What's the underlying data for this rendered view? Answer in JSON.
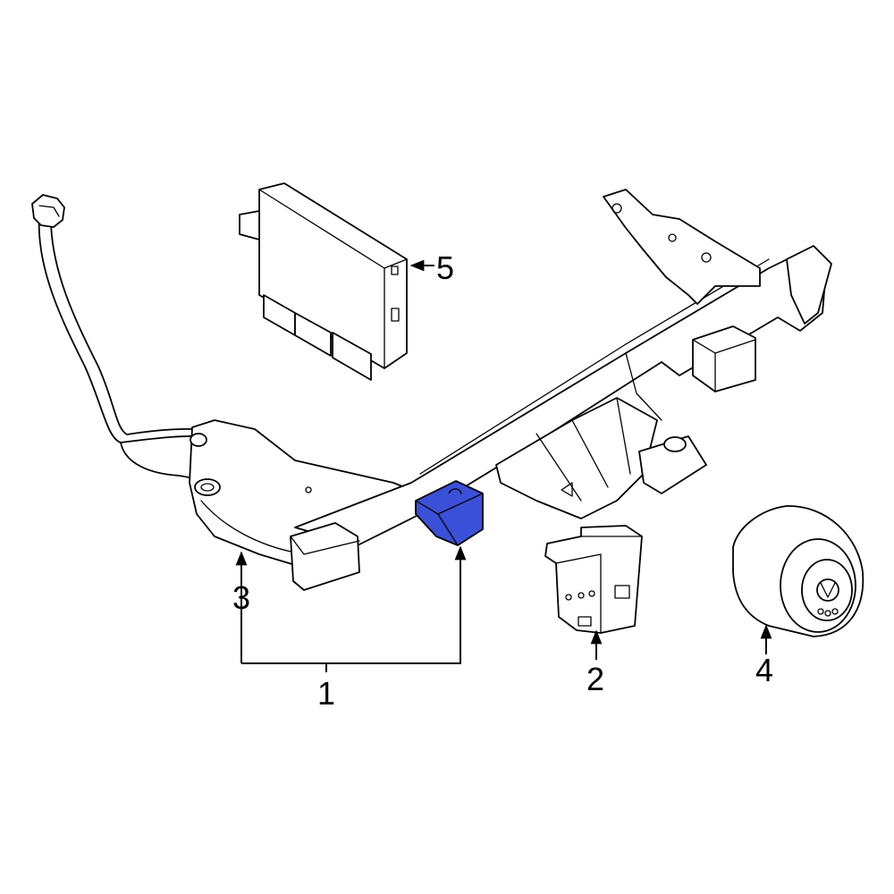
{
  "diagram": {
    "highlight_color": "#3a50d8",
    "parts": [
      {
        "id": "1",
        "label": "1",
        "name": "hitch-bracket-highlighted"
      },
      {
        "id": "2",
        "label": "2",
        "name": "mounting-bracket"
      },
      {
        "id": "3",
        "label": "3",
        "name": "trailer-hitch-assembly"
      },
      {
        "id": "4",
        "label": "4",
        "name": "trailer-socket"
      },
      {
        "id": "5",
        "label": "5",
        "name": "control-module"
      }
    ]
  }
}
